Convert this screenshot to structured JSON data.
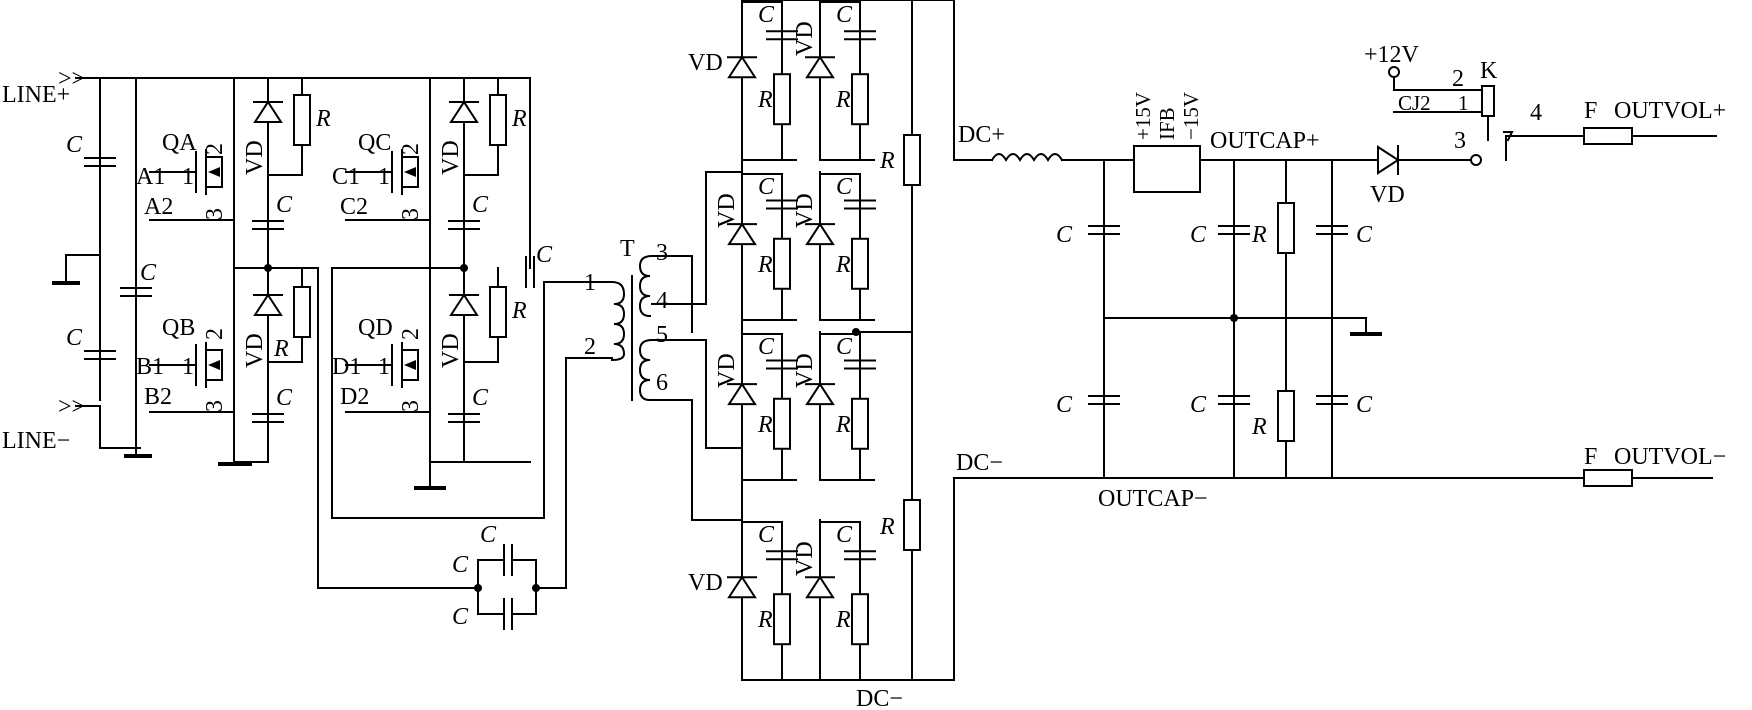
{
  "diagram": {
    "inputs": {
      "line_pos": "LINE+",
      "line_neg": "LINE−"
    },
    "switches": {
      "qa": {
        "name": "QA",
        "gate": "A1",
        "pin1": "1",
        "pin2": "2",
        "pin3": "3",
        "src": "A2"
      },
      "qb": {
        "name": "QB",
        "gate": "B1",
        "pin1": "1",
        "pin2": "2",
        "pin3": "3",
        "src": "B2"
      },
      "qc": {
        "name": "QC",
        "gate": "C1",
        "pin1": "1",
        "pin2": "2",
        "pin3": "3",
        "src": "C2"
      },
      "qd": {
        "name": "QD",
        "gate": "D1",
        "pin1": "1",
        "pin2": "2",
        "pin3": "3",
        "src": "D2"
      }
    },
    "parts": {
      "capacitor": "C",
      "resistor": "R",
      "diode": "VD",
      "transformer": "T",
      "fuse": "F",
      "relay": "K"
    },
    "transformer_pins": [
      "1",
      "2",
      "3",
      "4",
      "5",
      "6"
    ],
    "nets": {
      "dc_pos": "DC+",
      "dc_neg": "DC−",
      "outcap_pos": "OUTCAP+",
      "outcap_neg": "OUTCAP−",
      "outvol_pos": "OUTVOL+",
      "outvol_neg": "OUTVOL−"
    },
    "sensor": {
      "pos": "+15V",
      "fb": "IFB",
      "neg": "−15V"
    },
    "relay": {
      "supply": "+12V",
      "coil": "CJ2",
      "pin1": "1",
      "pin2": "2",
      "pin3": "3",
      "pin4": "4"
    }
  }
}
